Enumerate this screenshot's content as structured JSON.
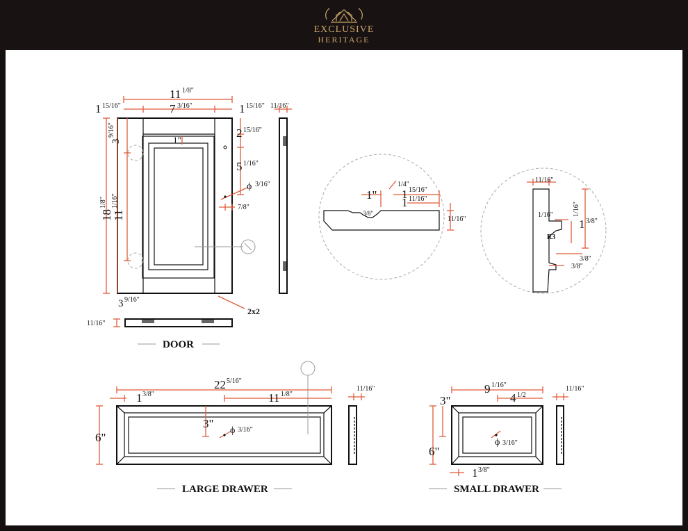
{
  "brand": {
    "line1": "EXCLUSIVE",
    "line2": "HERITAGE",
    "color": "#c9a46a",
    "icon": "heritage-crest-icon"
  },
  "colors": {
    "frame": "#141010",
    "dimension": "#e05a3a",
    "line": "#111111"
  },
  "door": {
    "title": "DOOR",
    "overall_width": "11",
    "overall_width_frac": "1/8\"",
    "stile_left": "1",
    "stile_left_frac": "15/16\"",
    "center_width": "7",
    "center_width_frac": "3/16\"",
    "stile_right": "1",
    "stile_right_frac": "15/16\"",
    "top_rail": "2",
    "top_rail_frac": "15/16\"",
    "panel_inset": "1\"",
    "knob_height": "5",
    "knob_height_frac": "1/16\"",
    "hole_dia": "ϕ",
    "hole_dia_frac": "3/16\"",
    "knob_offset": "7/8\"",
    "hinge_top": "3",
    "hinge_top_frac": "9/16\"",
    "overall_height": "18",
    "overall_height_frac": "1/8\"",
    "hinge_span": "11",
    "hinge_span_frac": "1/16\"",
    "hinge_bottom": "3",
    "hinge_bottom_frac": "9/16\"",
    "corner_note": "2x2",
    "side_thickness": "11/16\"",
    "bottom_thickness": "11/16\""
  },
  "profile_panel": {
    "width": "1\"",
    "a": "1/4\"",
    "b": "1",
    "b_frac": "15/16\"",
    "c": "1",
    "c_frac": "11/16\"",
    "d": "3/8\"",
    "thickness": "11/16\""
  },
  "profile_edge": {
    "top": "11/16\"",
    "a": "1/16\"",
    "b": "1/16\"",
    "c": "1",
    "c_frac": "3/8\"",
    "radius": "R3",
    "d": "3/8\"",
    "e": "3/8\""
  },
  "large_drawer": {
    "title": "LARGE DRAWER",
    "width": "22",
    "width_frac": "5/16\"",
    "margin": "1",
    "margin_frac": "3/8\"",
    "half": "11",
    "half_frac": "1/8\"",
    "height": "6\"",
    "knob_h": "3\"",
    "hole": "ϕ",
    "hole_frac": "3/16\"",
    "thickness": "11/16\""
  },
  "small_drawer": {
    "title": "SMALL DRAWER",
    "width": "9",
    "width_frac": "1/16\"",
    "half": "4",
    "half_frac": "1/2",
    "knob_h": "3\"",
    "height": "6\"",
    "hole": "ϕ",
    "hole_frac": "3/16\"",
    "margin": "1",
    "margin_frac": "3/8\"",
    "thickness": "11/16\""
  }
}
